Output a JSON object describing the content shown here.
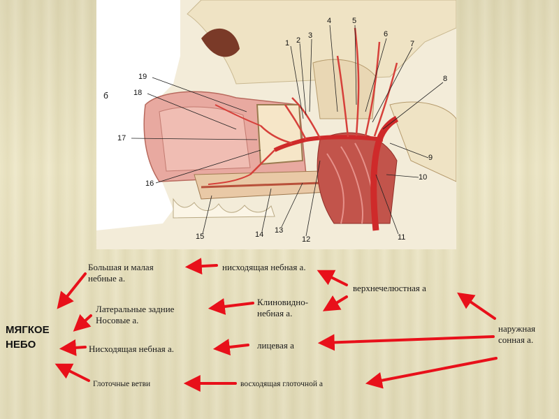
{
  "figure": {
    "letter": "б",
    "numbers": [
      "1",
      "2",
      "3",
      "4",
      "5",
      "6",
      "7",
      "8",
      "9",
      "10",
      "11",
      "12",
      "13",
      "14",
      "15",
      "16",
      "17",
      "18",
      "19"
    ]
  },
  "target": "МЯГКОЕ\nНЕБО",
  "labels": {
    "bolshaya": "Большая и малая\nнебные а.",
    "nishodyaschaya_top": "нисходящая небная а.",
    "verhnechel": "верхнечелюстная а",
    "lateralnye": "Латеральные задние\nНосовые а.",
    "klinovidno": "Клиновидно-\nнебная а.",
    "naruzhnaya": "наружная\nсонная а.",
    "nishodyaschaya_mid": "Нисходящая небная а.",
    "licevaya": "лицевая а",
    "glotochnye": "Глоточные ветви",
    "voshodyaschaya": "восходящая глоточной а"
  },
  "colors": {
    "arrow": "#e8101a",
    "background": "#ece6c7"
  }
}
